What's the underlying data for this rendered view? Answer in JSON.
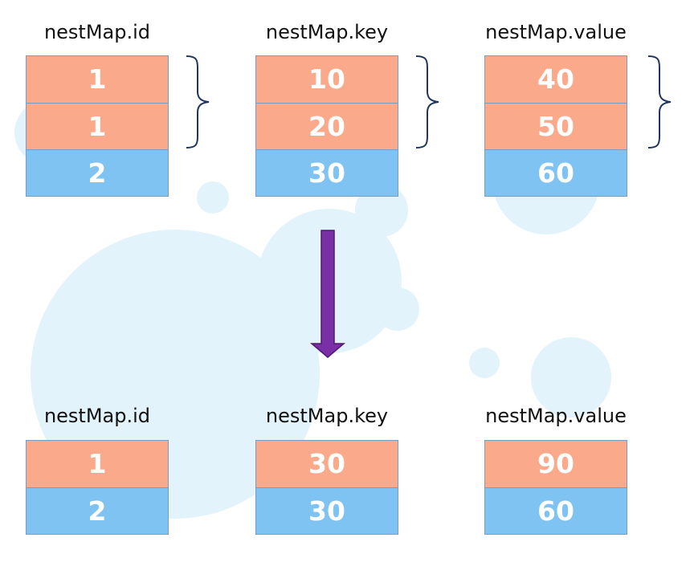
{
  "colors": {
    "orange": "#fba98b",
    "blue": "#7ec3f2",
    "bubble": "#e2f3fb",
    "arrow": "#7a2fa6",
    "brace": "#1f3560"
  },
  "top": {
    "columns": [
      {
        "title": "nestMap.id",
        "rows": [
          {
            "value": "1",
            "color": "orange"
          },
          {
            "value": "1",
            "color": "orange"
          },
          {
            "value": "2",
            "color": "blue"
          }
        ]
      },
      {
        "title": "nestMap.key",
        "rows": [
          {
            "value": "10",
            "color": "orange"
          },
          {
            "value": "20",
            "color": "orange"
          },
          {
            "value": "30",
            "color": "blue"
          }
        ]
      },
      {
        "title": "nestMap.value",
        "rows": [
          {
            "value": "40",
            "color": "orange"
          },
          {
            "value": "50",
            "color": "orange"
          },
          {
            "value": "60",
            "color": "blue"
          }
        ]
      }
    ]
  },
  "bottom": {
    "columns": [
      {
        "title": "nestMap.id",
        "rows": [
          {
            "value": "1",
            "color": "orange"
          },
          {
            "value": "2",
            "color": "blue"
          }
        ]
      },
      {
        "title": "nestMap.key",
        "rows": [
          {
            "value": "30",
            "color": "orange"
          },
          {
            "value": "30",
            "color": "blue"
          }
        ]
      },
      {
        "title": "nestMap.value",
        "rows": [
          {
            "value": "90",
            "color": "orange"
          },
          {
            "value": "60",
            "color": "blue"
          }
        ]
      }
    ]
  }
}
